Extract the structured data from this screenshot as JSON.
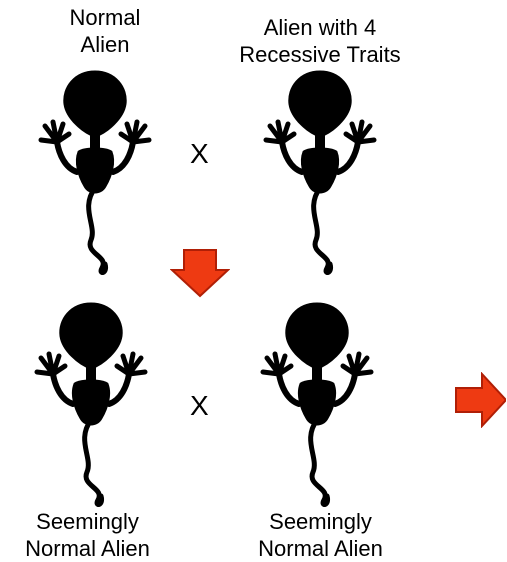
{
  "labels": {
    "parent_normal": "Normal\nAlien",
    "parent_recessive": "Alien with 4\nRecessive Traits",
    "child_left": "Seemingly\nNormal Alien",
    "child_right": "Seemingly\nNormal Alien"
  },
  "cross_symbols": [
    "X",
    "X"
  ],
  "colors": {
    "normal_skin": "#a6d46a",
    "recessive_skin": "#d2922e",
    "normal_eyes": "#111111",
    "recessive_eyes": "#1a2fe0",
    "arrow": "#ee3a12"
  },
  "icons": [
    "alien-figure",
    "down-arrow",
    "right-arrow"
  ]
}
